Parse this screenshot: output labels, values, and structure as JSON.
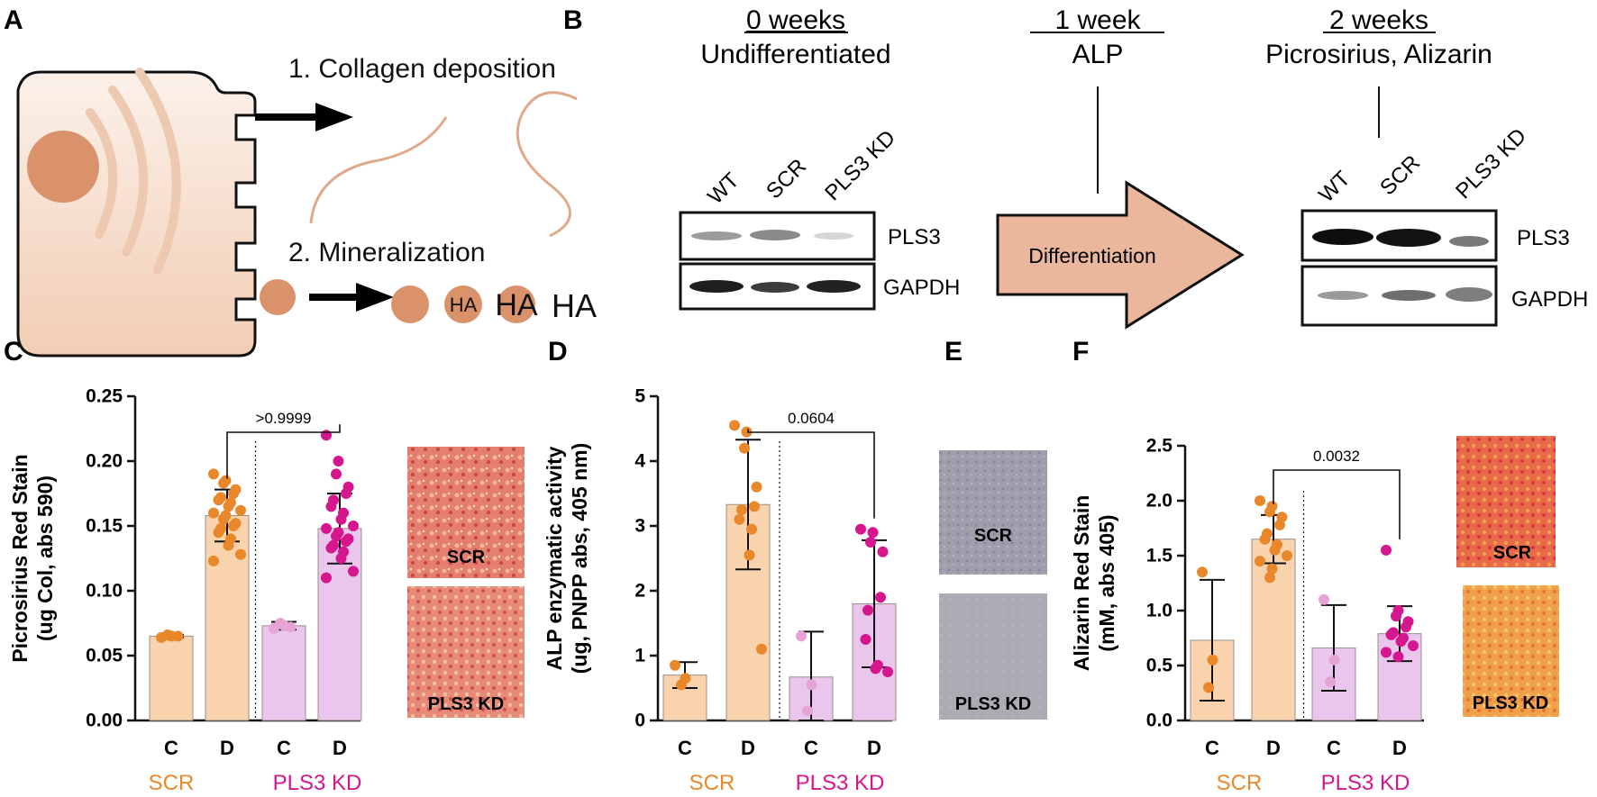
{
  "panel_letters": {
    "a": "A",
    "b": "B",
    "c": "C",
    "d": "D",
    "e": "E",
    "f": "F"
  },
  "colors": {
    "scr": "#E9882A",
    "pls3": "#D6168C",
    "scr_bar": "#F8D3AE",
    "pls3_bar": "#EBC6EC",
    "pls3_c_dot": "#E6A3D6",
    "cell": "#F6DCCB",
    "nucleus": "#D9926A",
    "arrow_fill": "#EBB79C",
    "photo_red": "#E07A6E",
    "photo_orange": "#EFA24A",
    "photo_gray": "#A8A6B2"
  },
  "panel_a": {
    "step1": "1. Collagen deposition",
    "step2": "2. Mineralization",
    "ha_small": "HA",
    "ha_medium": "HA",
    "ha_large": "HA"
  },
  "panel_b": {
    "t0_time": "0 weeks",
    "t0_desc": "Undifferentiated",
    "t1_time": "1 week",
    "t1_desc": "ALP",
    "t2_time": "2 weeks",
    "t2_desc": "Picrosirius, Alizarin",
    "lanes": [
      "WT",
      "SCR",
      "PLS3 KD"
    ],
    "protein_top": "PLS3",
    "protein_bottom": "GAPDH",
    "arrow_label": "Differentiation"
  },
  "group_labels": {
    "scr": "SCR",
    "pls3": "PLS3 KD"
  },
  "photo_labels": {
    "scr": "SCR",
    "pls3": "PLS3 KD"
  },
  "chart_data": [
    {
      "type": "bar",
      "panel": "C",
      "ylabel_line1": "Picrosirius Red Stain",
      "ylabel_line2": "(ug Col, abs 590)",
      "categories": [
        "C",
        "D",
        "C",
        "D"
      ],
      "groups": [
        "SCR",
        "SCR",
        "PLS3 KD",
        "PLS3 KD"
      ],
      "values": [
        0.065,
        0.158,
        0.073,
        0.148
      ],
      "sd": [
        0.001,
        0.02,
        0.003,
        0.027
      ],
      "ylim": [
        0,
        0.25
      ],
      "yticks": [
        0,
        0.05,
        0.1,
        0.15,
        0.2,
        0.25
      ],
      "ytick_labels": [
        "0.00",
        "0.05",
        "0.10",
        "0.15",
        "0.20",
        "0.25"
      ],
      "points": [
        [
          0.064,
          0.065,
          0.066,
          0.065
        ],
        [
          0.19,
          0.185,
          0.183,
          0.178,
          0.175,
          0.172,
          0.17,
          0.168,
          0.165,
          0.162,
          0.16,
          0.158,
          0.155,
          0.152,
          0.15,
          0.148,
          0.145,
          0.14,
          0.135,
          0.128,
          0.123
        ],
        [
          0.071,
          0.073,
          0.075,
          0.072
        ],
        [
          0.22,
          0.2,
          0.19,
          0.18,
          0.175,
          0.17,
          0.165,
          0.16,
          0.155,
          0.15,
          0.148,
          0.145,
          0.142,
          0.14,
          0.138,
          0.135,
          0.133,
          0.13,
          0.125,
          0.115,
          0.11
        ]
      ],
      "bracket": {
        "from": 1,
        "to": 3,
        "label": ">0.9999"
      }
    },
    {
      "type": "bar",
      "panel": "D",
      "ylabel_line1": "ALP enzymatic activity",
      "ylabel_line2": "(ug, PNPP abs, 405 nm)",
      "categories": [
        "C",
        "D",
        "C",
        "D"
      ],
      "groups": [
        "SCR",
        "SCR",
        "PLS3 KD",
        "PLS3 KD"
      ],
      "values": [
        0.7,
        3.33,
        0.67,
        1.8
      ],
      "sd": [
        0.2,
        1.0,
        0.7,
        0.98
      ],
      "ylim": [
        0,
        5
      ],
      "yticks": [
        0,
        1,
        2,
        3,
        4,
        5
      ],
      "ytick_labels": [
        "0",
        "1",
        "2",
        "3",
        "4",
        "5"
      ],
      "points": [
        [
          0.85,
          0.65,
          0.55
        ],
        [
          4.55,
          4.45,
          4.2,
          3.6,
          3.3,
          3.25,
          3.1,
          2.95,
          2.55,
          1.1
        ],
        [
          1.3,
          0.55,
          0.15
        ],
        [
          2.95,
          2.9,
          2.75,
          2.6,
          1.9,
          1.7,
          1.25,
          0.85,
          0.8,
          0.75
        ]
      ],
      "bracket": {
        "from": 1,
        "to": 3,
        "label": "0.0604"
      }
    },
    {
      "type": "bar",
      "panel": "F",
      "ylabel_line1": "Alizarin  Red Stain",
      "ylabel_line2": "(mM, abs 405)",
      "categories": [
        "C",
        "D",
        "C",
        "D"
      ],
      "groups": [
        "SCR",
        "SCR",
        "PLS3 KD",
        "PLS3 KD"
      ],
      "values": [
        0.73,
        1.65,
        0.66,
        0.79
      ],
      "sd": [
        0.55,
        0.22,
        0.39,
        0.25
      ],
      "ylim": [
        0,
        2.5
      ],
      "yticks": [
        0,
        0.5,
        1.0,
        1.5,
        2.0,
        2.5
      ],
      "ytick_labels": [
        "0.0",
        "0.5",
        "1.0",
        "1.5",
        "2.0",
        "2.5"
      ],
      "points": [
        [
          1.35,
          0.55,
          0.3
        ],
        [
          2.0,
          1.95,
          1.9,
          1.85,
          1.78,
          1.7,
          1.65,
          1.6,
          1.55,
          1.5,
          1.45,
          1.38,
          1.3
        ],
        [
          1.1,
          0.55,
          0.35
        ],
        [
          1.55,
          1.0,
          0.95,
          0.9,
          0.85,
          0.8,
          0.78,
          0.75,
          0.72,
          0.68,
          0.62,
          0.58
        ]
      ],
      "bracket": {
        "from": 1,
        "to": 3,
        "label": "0.0032"
      }
    }
  ]
}
